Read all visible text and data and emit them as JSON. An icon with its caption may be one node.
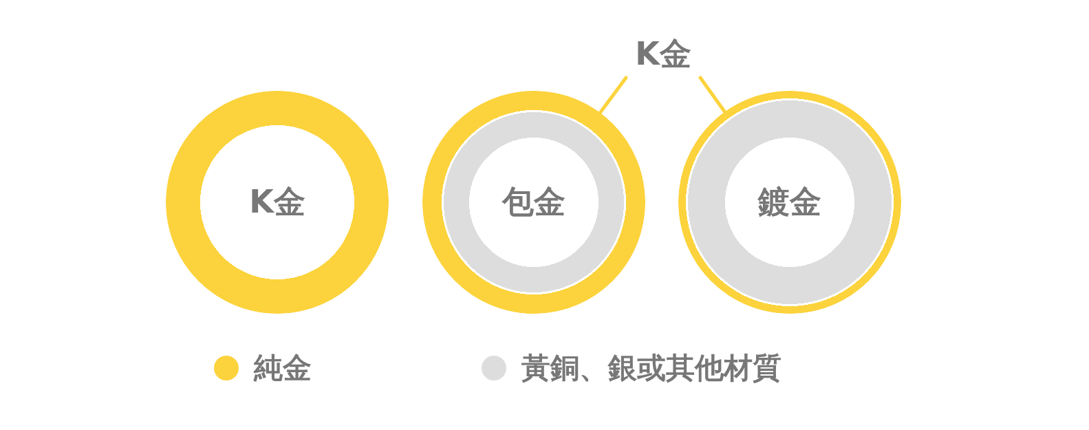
{
  "diagram": {
    "nodes": [
      {
        "text": [
          "K金"
        ]
      },
      {
        "text": [
          "包金"
        ]
      },
      {
        "text": [
          "鍍金"
        ]
      },
      {
        "text": [
          "K金"
        ]
      }
    ],
    "edges": [
      {
        "from": 3,
        "to": 1,
        "arrow": "none"
      },
      {
        "from": 3,
        "to": 2,
        "arrow": "none"
      }
    ],
    "legend": [
      {
        "text": "純金",
        "color": "#fcd33c"
      },
      {
        "text": "黃銅、銀或其他材質",
        "color": "#dddddd"
      }
    ]
  }
}
